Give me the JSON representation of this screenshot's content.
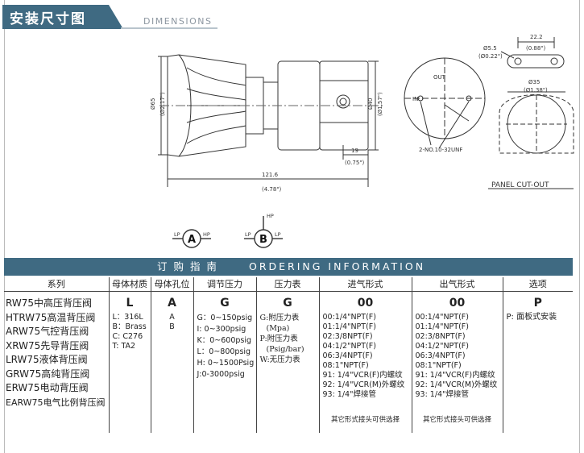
{
  "header": {
    "title": "安装尺寸图",
    "subtitle": "DIMENSIONS"
  },
  "drawing": {
    "dim_dia65": "Ø65",
    "dim_dia65_in": "(Ø2.17\")",
    "dim_dia40": "Ø40",
    "dim_dia40_in": "(Ø1.57\")",
    "dim_19": "19",
    "dim_19_in": "(0.75\")",
    "dim_121": "121.6",
    "dim_121_in": "(4.78\")",
    "port_in": "IN",
    "port_out": "OUT",
    "thread_note": "2-NO.10-32UNF",
    "dim_222": "22.2",
    "dim_222_in": "(0.88\")",
    "dim_hole": "Ø5.5",
    "dim_hole_in": "(Ø0.22\")",
    "dim_dia35": "Ø35",
    "dim_dia35_in": "(Ø1.38\")",
    "panel_label": "PANEL CUT-OUT",
    "sym_a": "A",
    "sym_b": "B",
    "lp": "LP",
    "hp": "HP"
  },
  "ordering": {
    "band_cn": "订 购 指 南",
    "band_en": "ORDERING INFORMATION",
    "headers": [
      "系列",
      "母体材质",
      "母体孔位",
      "调节压力",
      "压力表",
      "进气形式",
      "出气形式",
      "选项"
    ],
    "series": [
      "RW75中高压背压阀",
      "HTRW75高温背压阀",
      "ARW75气控背压阀",
      "XRW75先导背压阀",
      "LRW75液体背压阀",
      "GRW75高纯背压阀",
      "ERW75电动背压阀",
      "EARW75电气比例背压阀"
    ],
    "material": {
      "code": "L",
      "options": [
        "L：316L",
        "B：Brass",
        "C: C276",
        "T: TA2"
      ]
    },
    "port": {
      "code": "A",
      "options": [
        "A",
        "B"
      ]
    },
    "pressure": {
      "code": "G",
      "options": [
        "G：0~150psig",
        "I:  0~300psig",
        "K：0~600psig",
        "L：0~800psig",
        "H: 0~1500Psig",
        "J:0-3000psig"
      ]
    },
    "gauge": {
      "code": "G",
      "options": [
        "G:附压力表",
        "(Mpa)",
        "P:附压力表",
        "(Psig/bar)",
        "W:无压力表"
      ]
    },
    "inlet": {
      "code": "00",
      "options": [
        "00:1/4\"NPT(F)",
        "01:1/4\"NPT(F)",
        "02:3/8NPT(F)",
        "04:1/2\"NPT(F)",
        "06:3/4NPT(F)",
        "08:1\"NPT(F)",
        "91: 1/4\"VCR(F)内螺纹",
        "92: 1/4\"VCR(M)外螺纹",
        "93: 1/4\"焊接管"
      ],
      "note": "其它形式接头可供选择"
    },
    "outlet": {
      "code": "00",
      "options": [
        "00:1/4\"NPT(F)",
        "01:1/4\"NPT(F)",
        "02:3/8NPT(F)",
        "04:1/2\"NPT(F)",
        "06:3/4NPT(F)",
        "08:1\"NPT(F)",
        "91: 1/4\"VCR(F)内螺纹",
        "92: 1/4\"VCR(M)外螺纹",
        "93: 1/4\"焊接管"
      ],
      "note": "其它形式接头可供选择"
    },
    "option": {
      "code": "P",
      "options": [
        "P: 面板式安装"
      ]
    }
  }
}
